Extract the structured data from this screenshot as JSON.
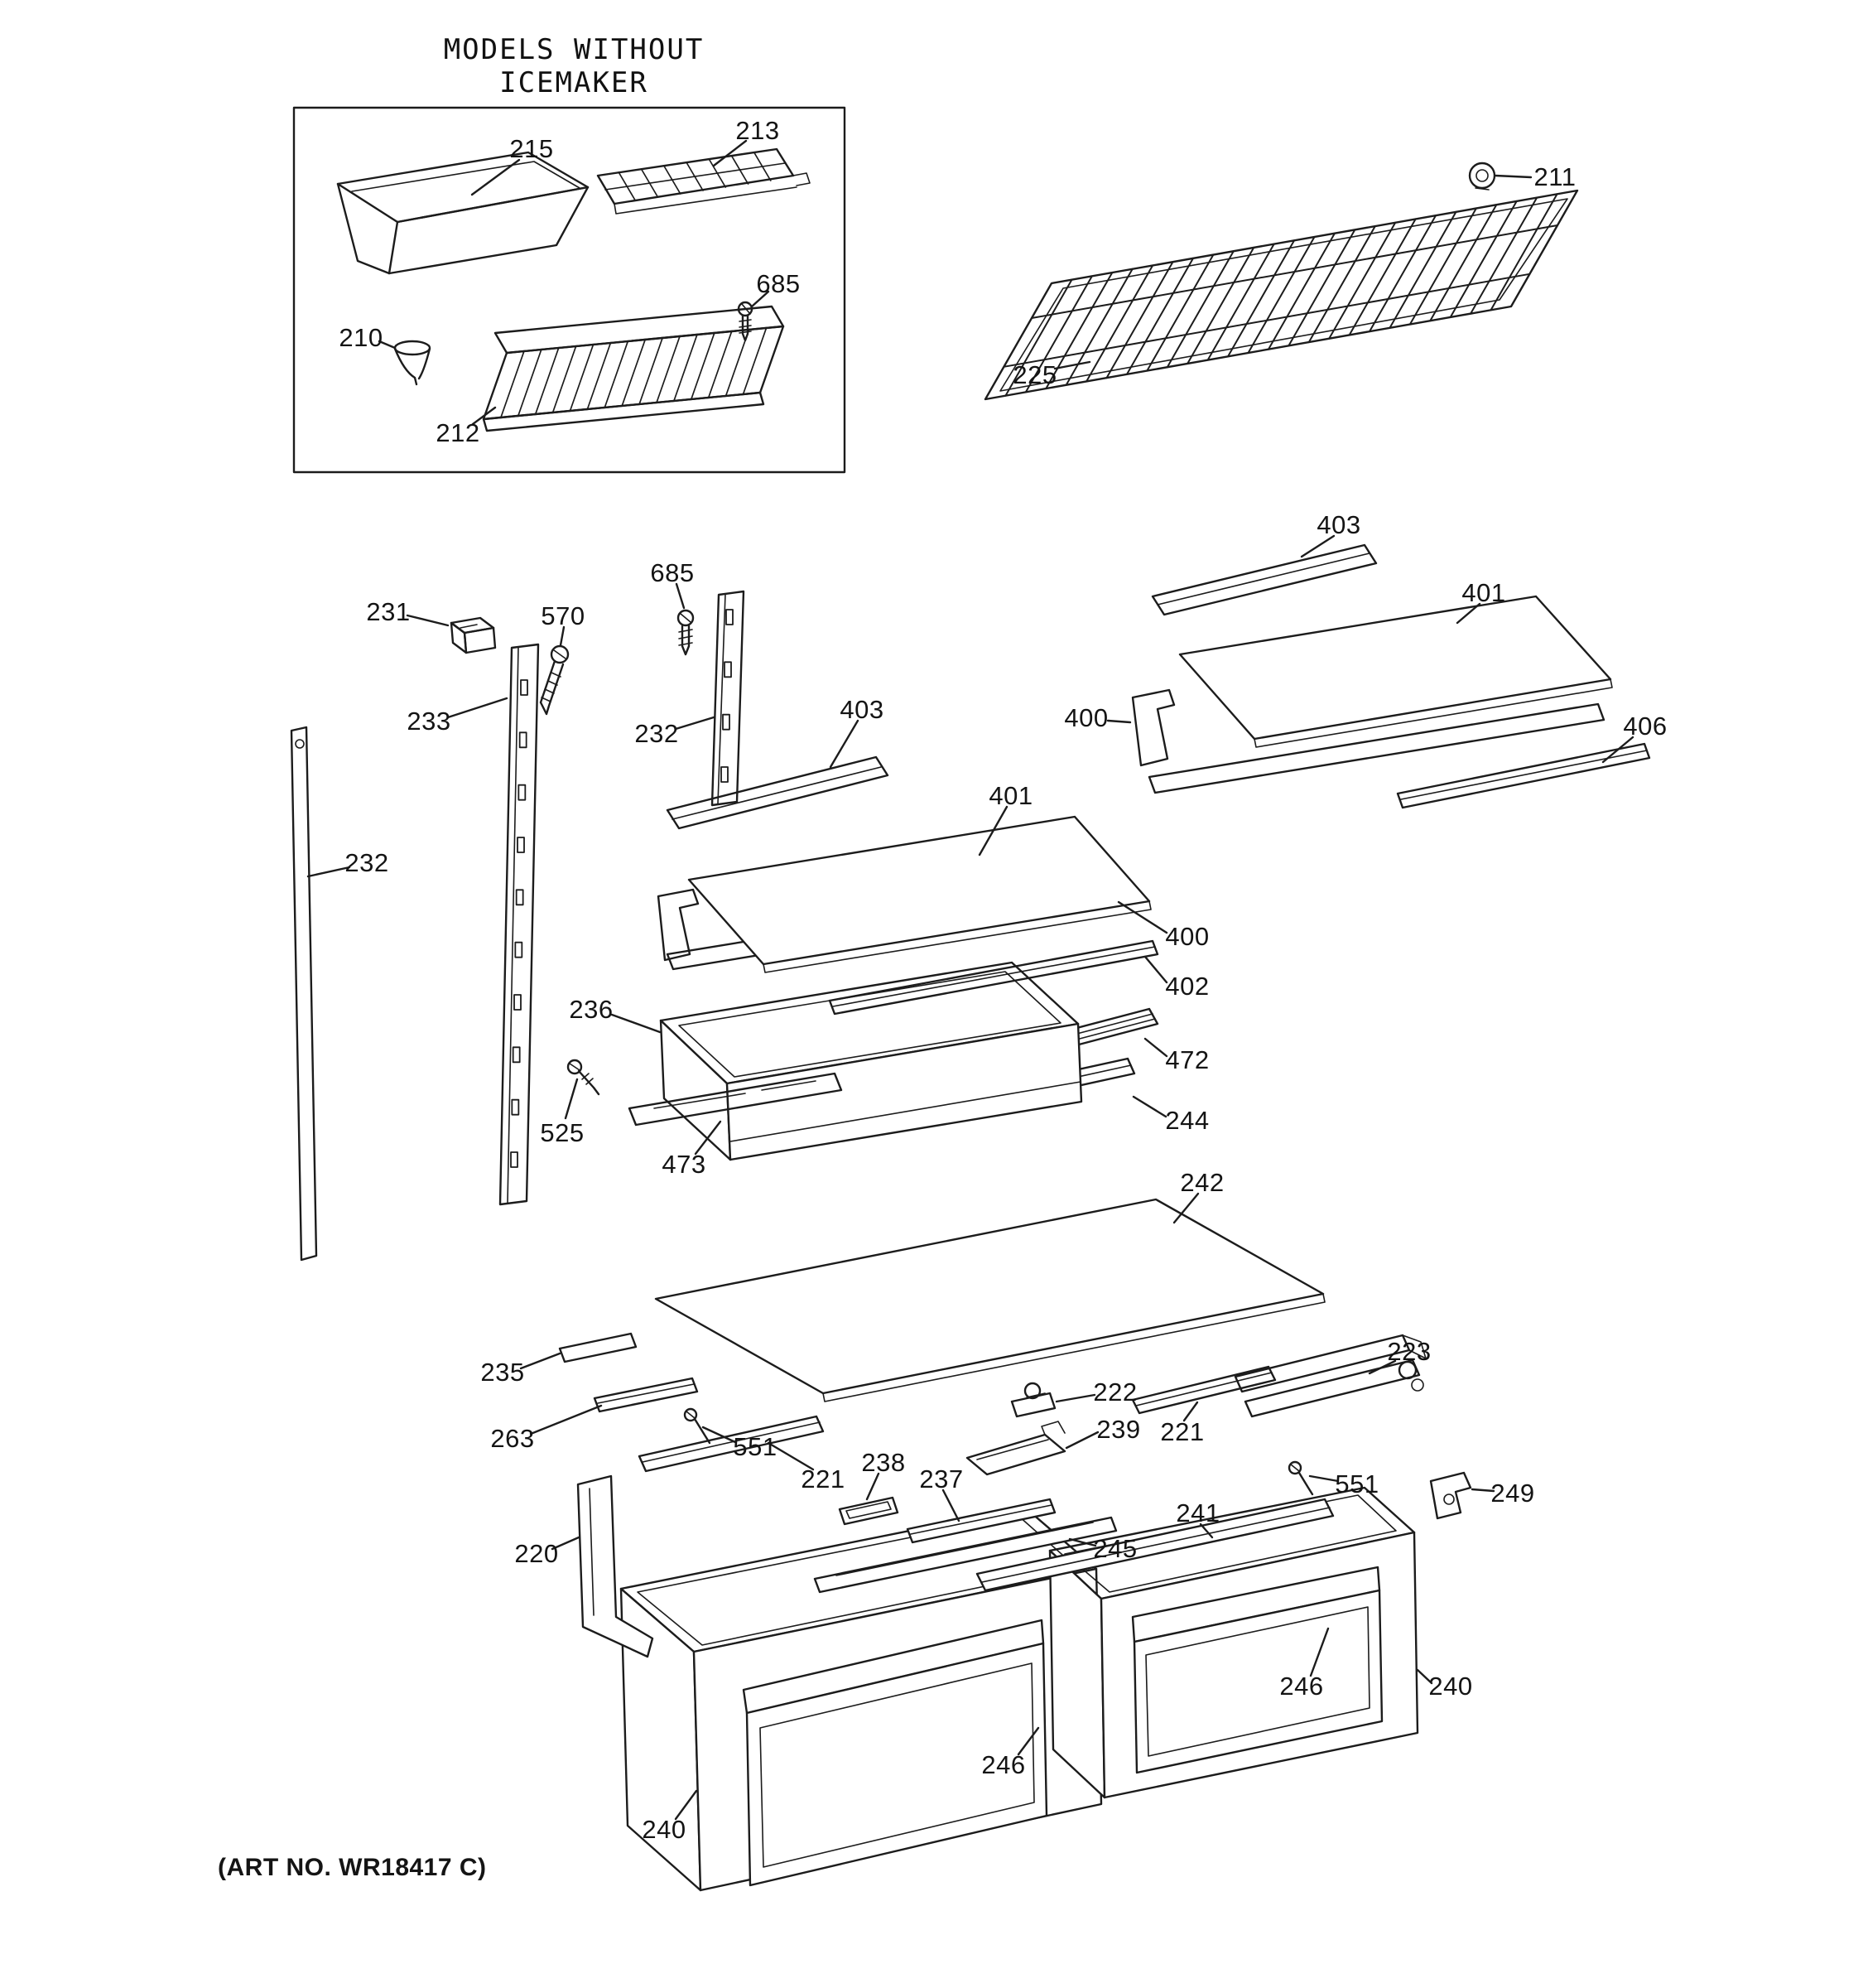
{
  "title": {
    "line1": "MODELS WITHOUT",
    "line2": "ICEMAKER"
  },
  "art_no": "(ART NO. WR18417 C)",
  "colors": {
    "line": "#1c1c1c",
    "background": "#ffffff"
  },
  "labels": [
    "215",
    "213",
    "685",
    "210",
    "212",
    "211",
    "225",
    "231",
    "570",
    "233",
    "232",
    "232",
    "685",
    "403",
    "401",
    "400",
    "402",
    "472",
    "244",
    "236",
    "473",
    "525",
    "403",
    "401",
    "400",
    "406",
    "242",
    "235",
    "263",
    "551",
    "222",
    "239",
    "221",
    "223",
    "221",
    "238",
    "237",
    "551",
    "249",
    "241",
    "245",
    "220",
    "246",
    "240",
    "246",
    "240"
  ]
}
